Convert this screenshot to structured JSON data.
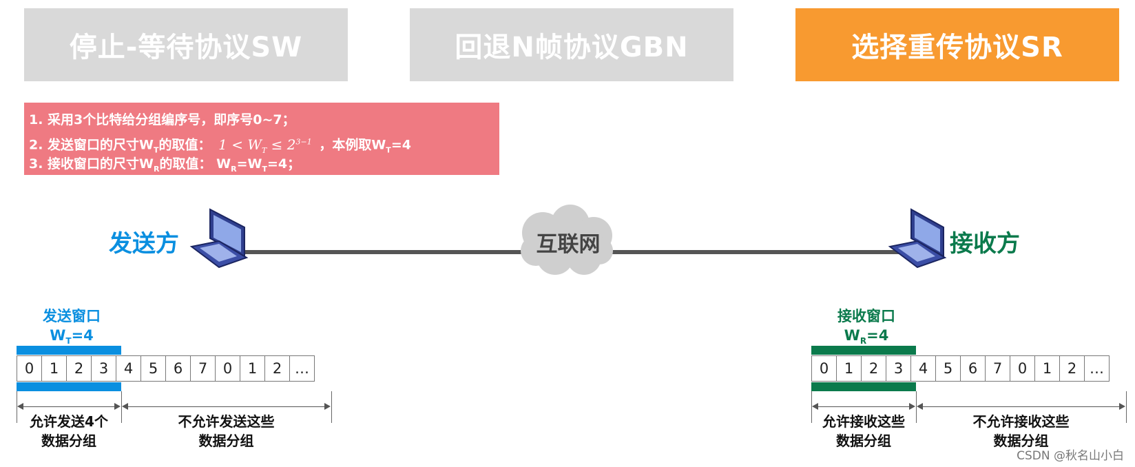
{
  "tabs": [
    {
      "label": "停止-等待协议SW",
      "active": false
    },
    {
      "label": "回退N帧协议GBN",
      "active": false
    },
    {
      "label": "选择重传协议SR",
      "active": true
    }
  ],
  "info": {
    "line1": "1. 采用3个比特给分组编序号，即序号0~7；",
    "line2_prefix": "2. 发送窗口的尺寸W",
    "line2_sub": "T",
    "line2_mid": "的取值：",
    "formula_left": "1 < W",
    "formula_sub": "T",
    "formula_mid": " ≤ 2",
    "formula_sup": "3−1",
    "line2_suffix_a": "，本例取W",
    "line2_suffix_sub": "T",
    "line2_suffix_b": "=4",
    "line3_prefix": "3. 接收窗口的尺寸W",
    "line3_sub": "R",
    "line3_mid": "的取值：  W",
    "line3_sub2": "R",
    "line3_mid2": "=W",
    "line3_sub3": "T",
    "line3_end": "=4；"
  },
  "network": {
    "sender_label": "发送方",
    "receiver_label": "接收方",
    "cloud_label": "互联网"
  },
  "sender_window": {
    "title": "发送窗口",
    "size_prefix": "W",
    "size_sub": "T",
    "size_suffix": "=4",
    "cells": [
      "0",
      "1",
      "2",
      "3",
      "4",
      "5",
      "6",
      "7",
      "0",
      "1",
      "2",
      "…"
    ],
    "window_size": 4,
    "allowed_caption": [
      "允许发送4个",
      "数据分组"
    ],
    "disallowed_caption": [
      "不允许发送这些",
      "数据分组"
    ]
  },
  "receiver_window": {
    "title": "接收窗口",
    "size_prefix": "W",
    "size_sub": "R",
    "size_suffix": "=4",
    "cells": [
      "0",
      "1",
      "2",
      "3",
      "4",
      "5",
      "6",
      "7",
      "0",
      "1",
      "2",
      "…"
    ],
    "window_size": 4,
    "allowed_caption": [
      "允许接收这些",
      "数据分组"
    ],
    "disallowed_caption": [
      "不允许接收这些",
      "数据分组"
    ]
  },
  "colors": {
    "sender": "#0a8fe0",
    "receiver": "#0b7a4c",
    "active_tab": "#f89a30",
    "inactive_tab": "#d9d9d9",
    "info_box": "#ef7a82"
  },
  "watermark": "CSDN @秋名山小白"
}
